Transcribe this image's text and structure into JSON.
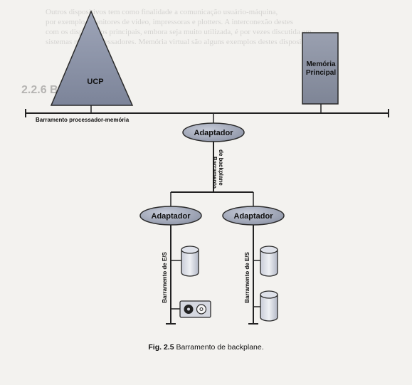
{
  "background_text": [
    "Outros dispositivos tem como finalidade a comunicação usuário-máquina,",
    "por exemplo, monitores de vídeo, impressoras e plotters. A interconexão destes",
    "com os dispositivos principais, embora seja muito utilizada, é por vezes discutida em",
    "sistemas multiprocessadores. Memória virtual são alguns exemplos destes dispositivos."
  ],
  "section_heading": "2.2.6  Barramento",
  "diagram": {
    "cpu_label": "UCP",
    "memory_label_line1": "Memória",
    "memory_label_line2": "Principal",
    "processor_memory_bus_label": "Barramento processador-memória",
    "top_adapter_label": "Adaptador",
    "backplane_bus_label_line1": "Barramento",
    "backplane_bus_label_line2": "de backplane",
    "left_adapter_label": "Adaptador",
    "right_adapter_label": "Adaptador",
    "left_io_bus_label": "Barramento de E/S",
    "right_io_bus_label": "Barramento de E/S"
  },
  "caption": {
    "number": "Fig. 2.5",
    "text": " Barramento de backplane."
  }
}
